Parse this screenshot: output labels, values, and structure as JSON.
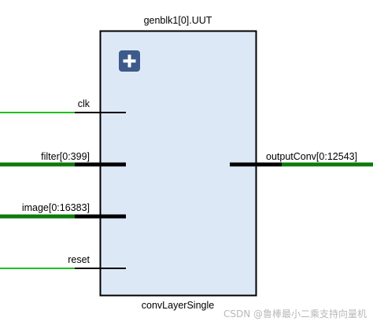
{
  "diagram": {
    "instance_name": "genblk1[0].UUT",
    "module_name": "convLayerSingle",
    "expand_icon": "plus-icon",
    "inputs": [
      {
        "label": "clk",
        "bus": false
      },
      {
        "label": "filter[0:399]",
        "bus": true
      },
      {
        "label": "image[0:16383]",
        "bus": true
      },
      {
        "label": "reset",
        "bus": false
      }
    ],
    "outputs": [
      {
        "label": "outputConv[0:12543]",
        "bus": true
      }
    ]
  },
  "watermark": "CSDN @鲁棒最小二乘支持向量机",
  "colors": {
    "block_fill": "#dde8f7",
    "block_stroke": "#000000",
    "wire": "#1fbf1f",
    "bus_wire": "#0b7a0b",
    "pin": "#000000",
    "icon_bg": "#3d5a8a",
    "icon_fg": "#ffffff"
  }
}
